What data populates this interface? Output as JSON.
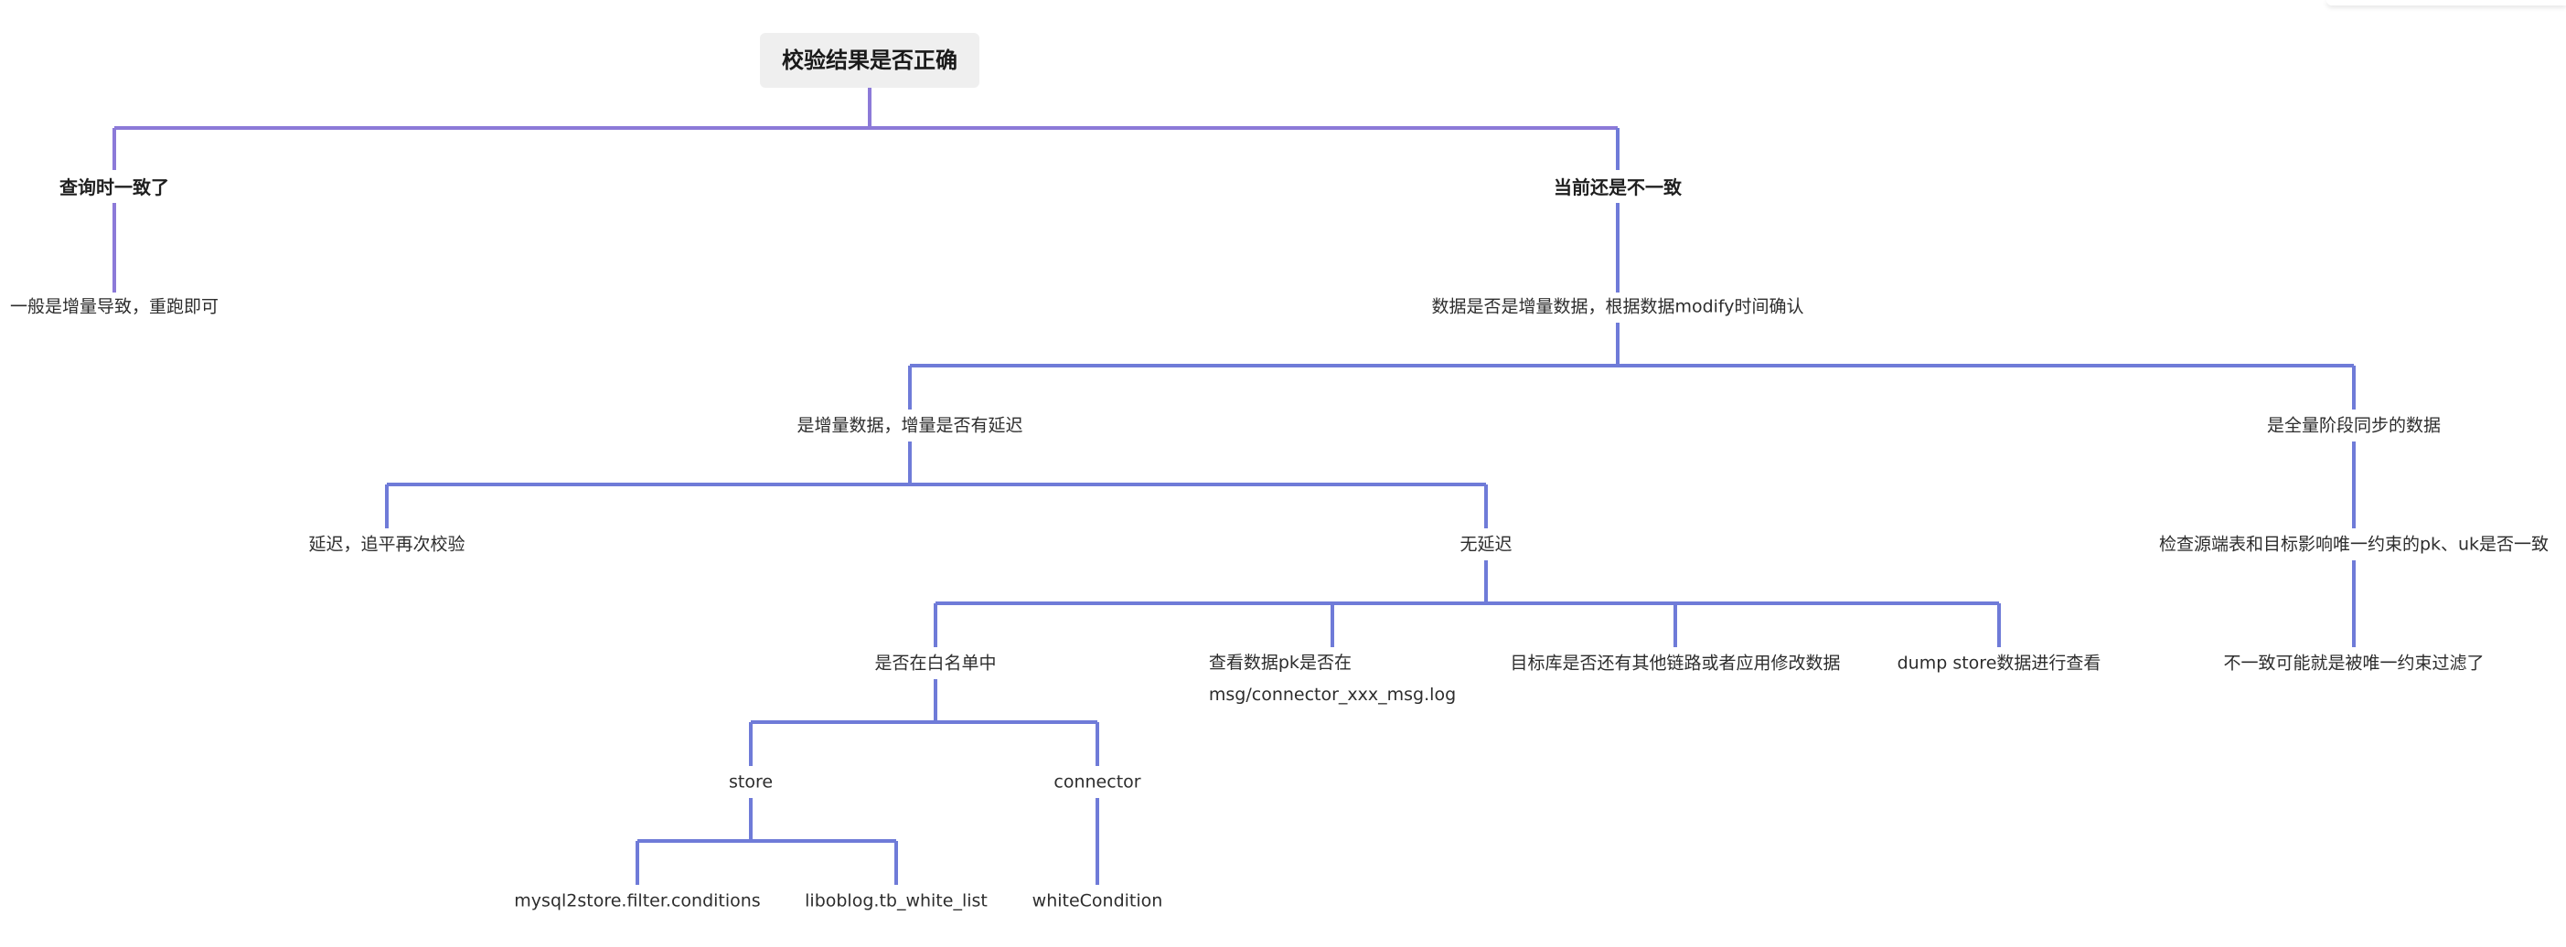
{
  "mindmap": {
    "root": {
      "label": "校验结果是否正确"
    },
    "branches": {
      "consistent_on_query": {
        "label": "查询时一致了"
      },
      "increment_rerun": {
        "label": "一般是增量导致，重跑即可"
      },
      "still_inconsistent": {
        "label": "当前还是不一致"
      },
      "is_increment_check": {
        "label": "数据是否是增量数据，根据数据modify时间确认"
      },
      "is_increment_delay": {
        "label": "是增量数据，增量是否有延迟"
      },
      "full_stage_data": {
        "label": "是全量阶段同步的数据"
      },
      "delay_recheck": {
        "label": "延迟，追平再次校验"
      },
      "no_delay": {
        "label": "无延迟"
      },
      "in_whitelist": {
        "label": "是否在白名单中"
      },
      "check_pk_log": {
        "line1": "查看数据pk是否在",
        "line2": "msg/connector_xxx_msg.log"
      },
      "target_other_links": {
        "label": "目标库是否还有其他链路或者应用修改数据"
      },
      "dump_store": {
        "label": "dump store数据进行查看"
      },
      "store": {
        "label": "store"
      },
      "connector": {
        "label": "connector"
      },
      "store_filter": {
        "label": "mysql2store.filter.conditions"
      },
      "store_whitelist": {
        "label": "liboblog.tb_white_list"
      },
      "white_condition": {
        "label": "whiteCondition"
      },
      "check_unique_keys": {
        "label": "检查源端表和目标影响唯一约束的pk、uk是否一致"
      },
      "filtered_by_unique": {
        "label": "不一致可能就是被唯一约束过滤了"
      }
    }
  },
  "colors": {
    "edge": "#6f7bd8",
    "root_edge": "#8c7ad8",
    "root_bg": "#efefef",
    "text": "#2d2d2d"
  }
}
